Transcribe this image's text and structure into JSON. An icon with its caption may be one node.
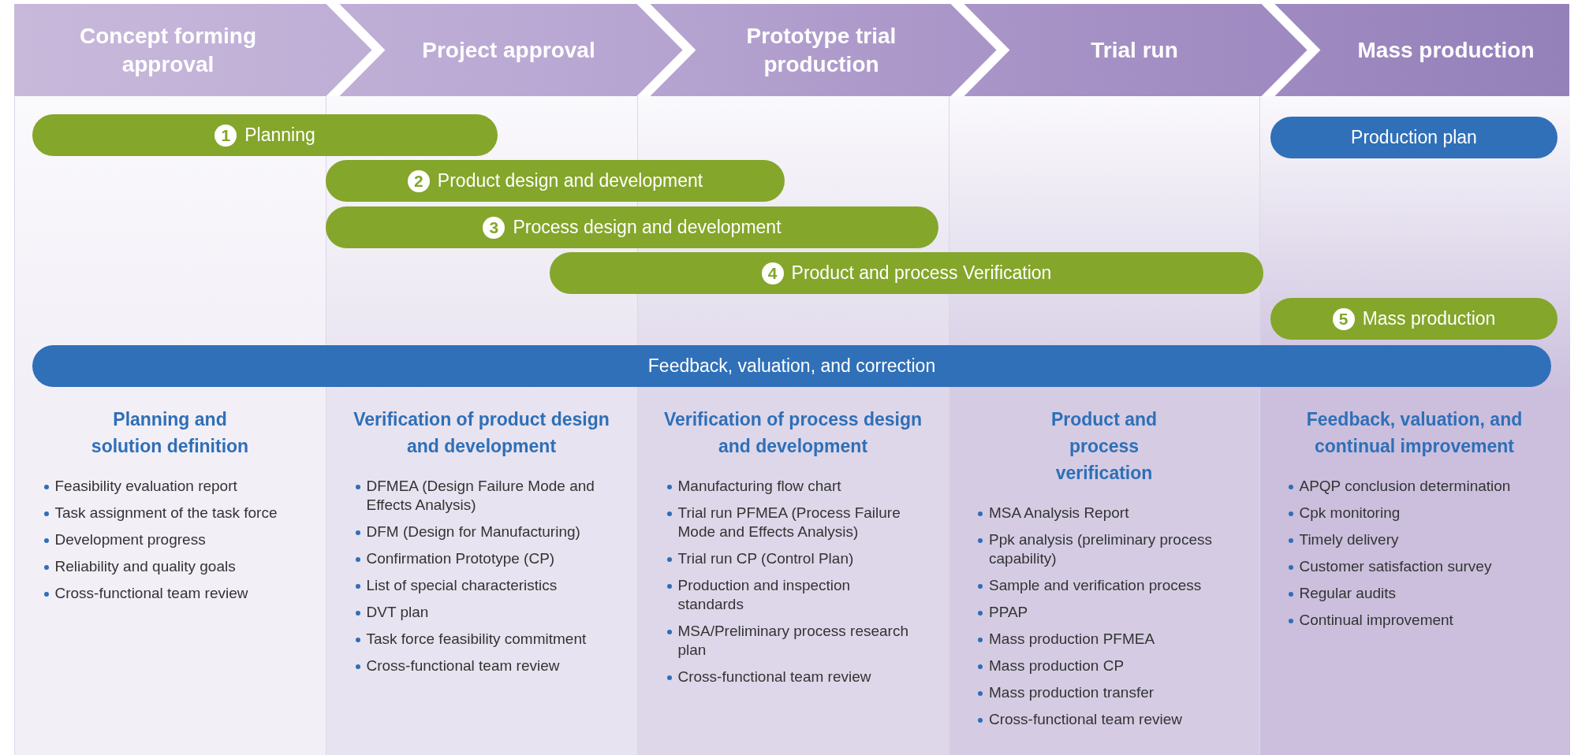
{
  "diagram": {
    "nodes": [
      {
        "text": [
          "Concept forming approval"
        ]
      },
      {
        "text": [
          "Project approval"
        ]
      },
      {
        "text": [
          "Prototype trial production"
        ]
      },
      {
        "text": [
          "Trial run"
        ]
      },
      {
        "text": [
          "Mass production"
        ]
      },
      {
        "text": [
          "1",
          "Planning"
        ]
      },
      {
        "text": [
          "Production plan"
        ]
      },
      {
        "text": [
          "2",
          "Product design and development"
        ]
      },
      {
        "text": [
          "3",
          "Process design and development"
        ]
      },
      {
        "text": [
          "4",
          "Product and process Verification"
        ]
      },
      {
        "text": [
          "5",
          "Mass production"
        ]
      },
      {
        "text": [
          "Feedback, valuation, and correction"
        ]
      },
      {
        "text": [
          "Planning and solution definition",
          "Feasibility evaluation report",
          "Task assignment of the task force",
          "Development progress",
          "Reliability and quality goals",
          "Cross-functional team review"
        ]
      },
      {
        "text": [
          "Verification of product design and development",
          "DFMEA (Design Failure Mode and Effects Analysis)",
          "DFM (Design for Manufacturing)",
          "Confirmation Prototype (CP)",
          "List of special characteristics",
          "DVT plan",
          "Task force feasibility commitment",
          "Cross-functional team review"
        ]
      },
      {
        "text": [
          "Verification of process design and development",
          "Manufacturing flow chart",
          "Trial run PFMEA (Process Failure Mode and Effects Analysis)",
          "Trial run CP (Control Plan)",
          "Production and inspection standards",
          "MSA/Preliminary process research plan",
          "Cross-functional team review"
        ]
      },
      {
        "text": [
          "Product and process verification",
          "MSA Analysis Report",
          "Ppk analysis (preliminary process capability)",
          "Sample and verification process",
          "PPAP",
          "Mass production PFMEA",
          "Mass production CP",
          "Mass production transfer",
          "Cross-functional team review"
        ]
      },
      {
        "text": [
          "Feedback, valuation, and continual improvement",
          "APQP conclusion determination",
          "Cpk monitoring",
          "Timely delivery",
          "Customer satisfaction survey",
          "Regular audits",
          "Continual improvement"
        ]
      }
    ]
  }
}
